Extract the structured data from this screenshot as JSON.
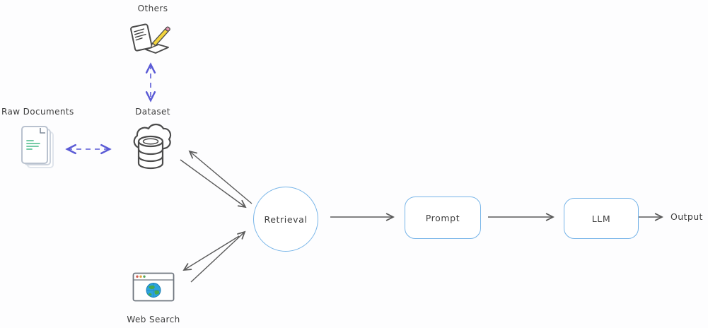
{
  "nodes": {
    "others": {
      "label": "Others"
    },
    "dataset": {
      "label": "Dataset"
    },
    "raw_documents": {
      "label": "Raw Documents"
    },
    "web_search": {
      "label": "Web Search"
    },
    "retrieval": {
      "label": "Retrieval"
    },
    "prompt": {
      "label": "Prompt"
    },
    "llm": {
      "label": "LLM"
    },
    "output": {
      "label": "Output"
    }
  },
  "icons": {
    "others": "notepad-pencil-icon",
    "dataset": "cloud-database-icon",
    "raw_documents": "stacked-documents-icon",
    "web_search": "browser-globe-icon"
  },
  "edges": [
    {
      "from": "Raw Documents",
      "to": "Dataset",
      "style": "dashed",
      "arrows": "both",
      "color": "#5b5bd6"
    },
    {
      "from": "Others",
      "to": "Dataset",
      "style": "dashed",
      "arrows": "both",
      "color": "#5b5bd6"
    },
    {
      "from": "Dataset",
      "to": "Retrieval",
      "style": "solid",
      "arrows": "end",
      "color": "#5a5a5a"
    },
    {
      "from": "Retrieval",
      "to": "Dataset",
      "style": "solid",
      "arrows": "end",
      "color": "#5a5a5a"
    },
    {
      "from": "Web Search",
      "to": "Retrieval",
      "style": "solid",
      "arrows": "end",
      "color": "#5a5a5a"
    },
    {
      "from": "Retrieval",
      "to": "Web Search",
      "style": "solid",
      "arrows": "end",
      "color": "#5a5a5a"
    },
    {
      "from": "Retrieval",
      "to": "Prompt",
      "style": "solid",
      "arrows": "end",
      "color": "#5a5a5a"
    },
    {
      "from": "Prompt",
      "to": "LLM",
      "style": "solid",
      "arrows": "end",
      "color": "#5a5a5a"
    },
    {
      "from": "LLM",
      "to": "Output",
      "style": "solid",
      "arrows": "end",
      "color": "#5a5a5a"
    }
  ],
  "colors": {
    "background": "#fdfdfe",
    "node_border": "#76b4e8",
    "solid_arrow": "#5a5a5a",
    "dashed_arrow": "#5b5bd6",
    "label_text": "#3d3d3d",
    "document_outline": "#b9c2cf",
    "document_lines": "#63c49a",
    "icon_outline": "#4b4b4b",
    "pencil_body": "#f2d43d",
    "pencil_eraser": "#e897b4",
    "globe_water": "#2ba3dd",
    "globe_land": "#46a94e",
    "browser_dot_red": "#d05a4e",
    "browser_dot_yellow": "#e2a23b",
    "browser_dot_green": "#58a65c"
  }
}
